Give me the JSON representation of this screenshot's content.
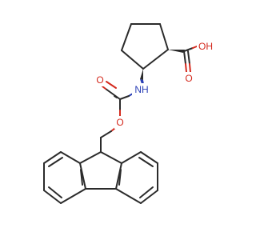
{
  "molecule": {
    "atoms": {
      "hydroxyl": "OH",
      "acid_carbonyl_o": "O",
      "amide_nh": "NH",
      "carbamate_carbonyl_o": "O",
      "ester_o": "O"
    },
    "colors": {
      "bond": "#2b2b2b",
      "oxygen": "#d42a1e",
      "nitrogen": "#2a3fb5",
      "background": "#ffffff"
    }
  }
}
